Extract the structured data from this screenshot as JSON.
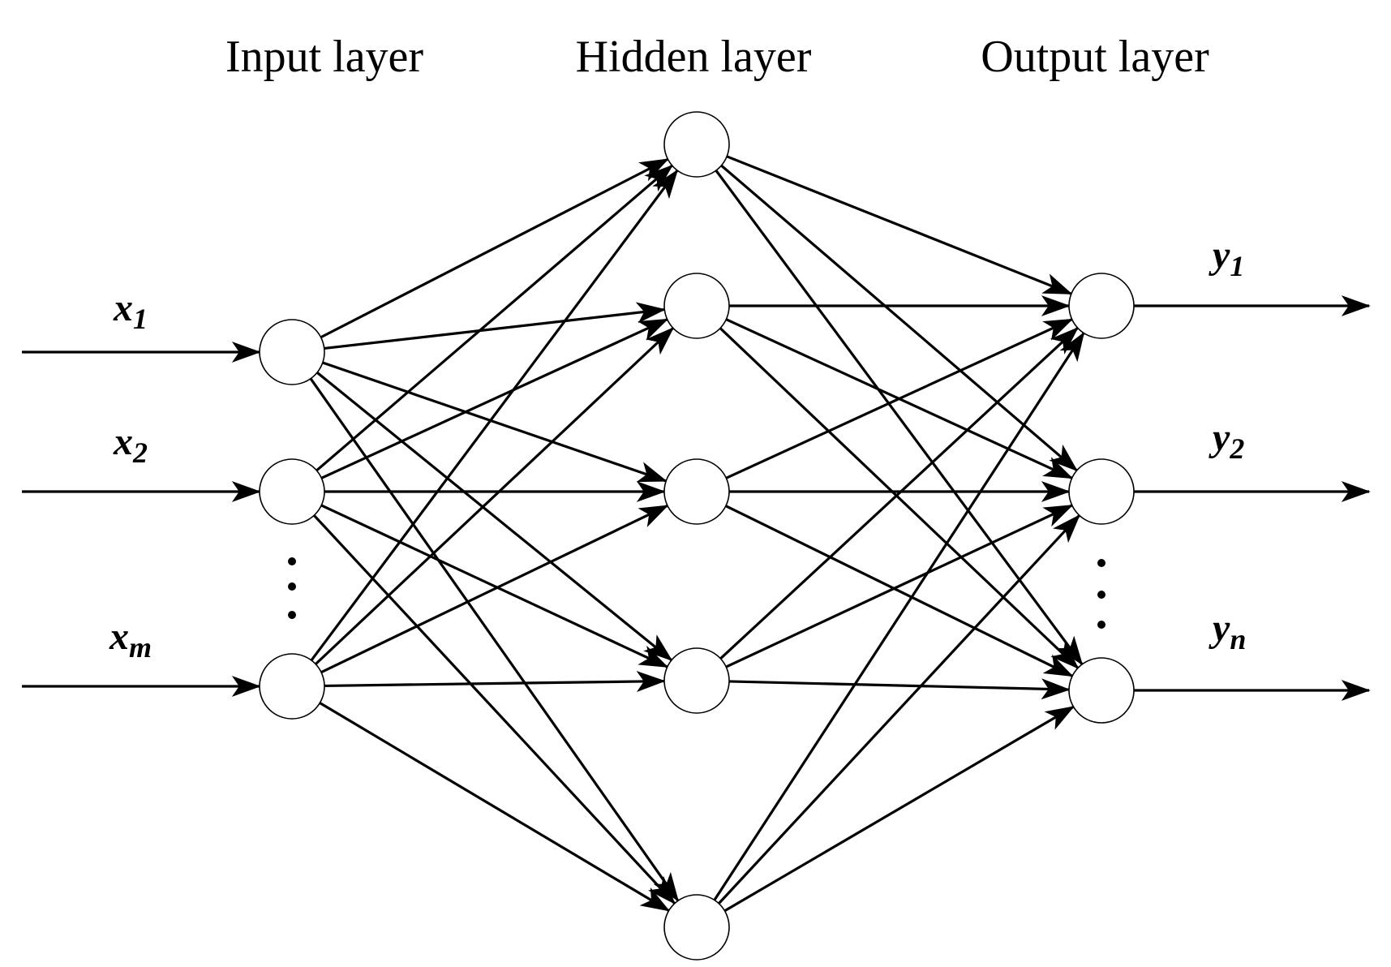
{
  "layers": [
    {
      "key": "input",
      "title": "Input layer",
      "labels": [
        {
          "base": "x",
          "sub": "1"
        },
        {
          "base": "x",
          "sub": "2"
        },
        {
          "base": "x",
          "sub": "m"
        }
      ]
    },
    {
      "key": "hidden",
      "title": "Hidden layer"
    },
    {
      "key": "output",
      "title": "Output layer",
      "labels": [
        {
          "base": "y",
          "sub": "1"
        },
        {
          "base": "y",
          "sub": "2"
        },
        {
          "base": "y",
          "sub": "n"
        }
      ]
    }
  ],
  "ellipsis": "⋮"
}
